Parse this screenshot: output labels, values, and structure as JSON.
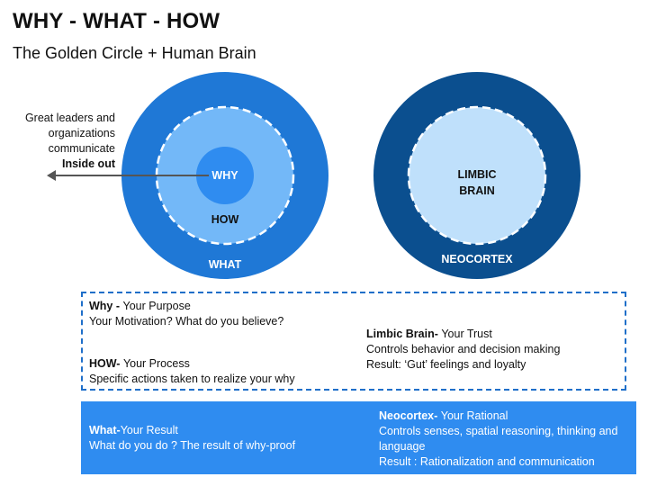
{
  "header": {
    "title": "WHY - WHAT - HOW",
    "subtitle": "The Golden Circle + Human Brain"
  },
  "leaders_note": {
    "line1": "Great leaders and",
    "line2": "organizations",
    "line3": "communicate",
    "line4": "Inside out"
  },
  "golden_circle": {
    "inner": "WHY",
    "middle": "HOW",
    "outer": "WHAT"
  },
  "brain_circle": {
    "inner_line1": "LIMBIC",
    "inner_line2": "BRAIN",
    "outer": "NEOCORTEX"
  },
  "dashed_panel": {
    "why_title": "Why - ",
    "why_rest": "Your Purpose",
    "why_line2": "Your Motivation? What do you believe?",
    "how_title": "HOW- ",
    "how_rest": "Your Process",
    "how_line2": "Specific actions taken to realize your why",
    "limbic_title": "Limbic Brain- ",
    "limbic_rest": "Your Trust",
    "limbic_line2": "Controls behavior and decision making",
    "limbic_line3": "Result: ‘Gut’ feelings and loyalty"
  },
  "blue_panel": {
    "what_title": "What-",
    "what_rest": "Your Result",
    "what_line2": "What do you do ? The result of why-proof",
    "neo_title": "Neocortex- ",
    "neo_rest": "Your Rational",
    "neo_line2": "Controls senses, spatial reasoning, thinking and",
    "neo_line3": "language",
    "neo_line4": "Result : Rationalization and communication"
  },
  "colors": {
    "outer_blue": "#1f78d6",
    "middle_blue": "#73b8f8",
    "inner_blue": "#2f8cf0",
    "dark_blue": "#0b4f8f",
    "light_blue": "#bfe0fb",
    "panel_blue": "#2f8cf0"
  }
}
